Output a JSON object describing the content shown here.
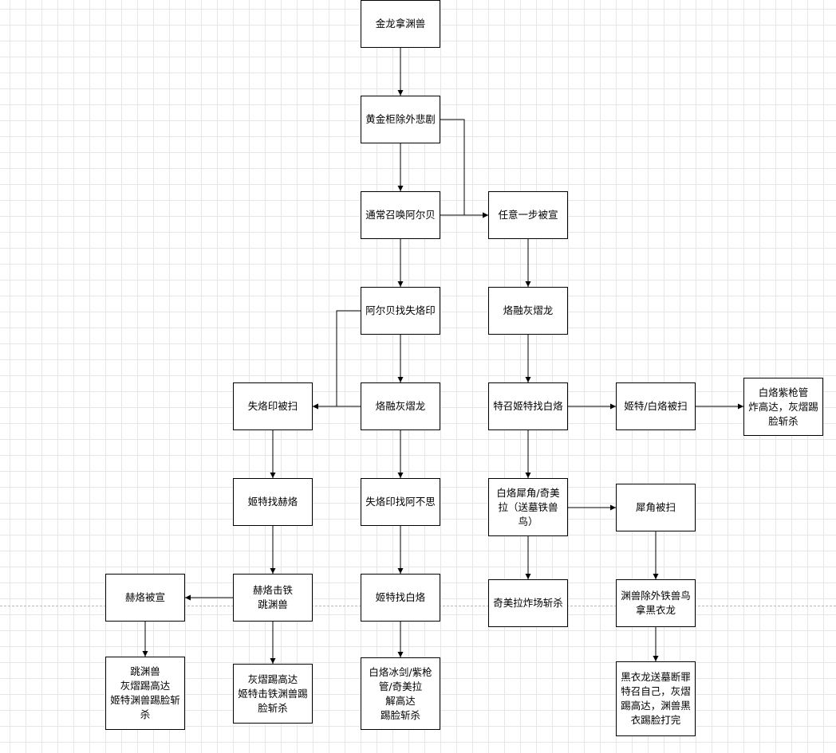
{
  "colors": {
    "grid": "#e6e6e6",
    "line": "#000000",
    "node_fill": "#ffffff",
    "page_break": "#b8b8b8"
  },
  "nodes": {
    "n1": "金龙拿渊兽",
    "n2": "黄金柜除外悲剧",
    "n3": "通常召唤阿尔贝",
    "n4": "任意一步被宣",
    "n5": "阿尔贝找失烙印",
    "n6": "烙融灰熠龙",
    "n7": "失烙印被扫",
    "n8": "烙融灰熠龙",
    "n9": "特召姬特找白烙",
    "n10": "姬特/白烙被扫",
    "n11": "白烙紫枪管\n炸高达，灰熠踢\n脸斩杀",
    "n12": "姬特找赫烙",
    "n13": "失烙印找阿不思",
    "n14": "白烙犀角/奇美\n拉（送墓铁兽\n鸟）",
    "n15": "犀角被扫",
    "n16": "赫烙被宣",
    "n17": "赫烙击铁\n跳渊兽",
    "n18": "姬特找白烙",
    "n19": "奇美拉炸场斩杀",
    "n20": "渊兽除外铁兽鸟\n拿黑衣龙",
    "n21": "跳渊兽\n灰熠踢高达\n姬特渊兽踢脸斩\n杀",
    "n22": "灰熠踢高达\n姬特击铁渊兽踢\n脸斩杀",
    "n23": "白烙冰剑/紫枪\n管/奇美拉\n解高达\n踢脸斩杀",
    "n24": "黑衣龙送墓断罪\n特召自己，灰熠\n踢高达，渊兽黑\n衣踢脸打完"
  },
  "edges": [
    [
      "n1",
      "n2"
    ],
    [
      "n2",
      "n3"
    ],
    [
      "n2",
      "n4"
    ],
    [
      "n3",
      "n4"
    ],
    [
      "n3",
      "n5"
    ],
    [
      "n5",
      "n6"
    ],
    [
      "n5",
      "n7"
    ],
    [
      "n6",
      "n7"
    ],
    [
      "n6",
      "n13"
    ],
    [
      "n13",
      "n18"
    ],
    [
      "n18",
      "n23"
    ],
    [
      "n7",
      "n12"
    ],
    [
      "n12",
      "n17"
    ],
    [
      "n17",
      "n16"
    ],
    [
      "n17",
      "n22"
    ],
    [
      "n16",
      "n21"
    ],
    [
      "n4",
      "n8"
    ],
    [
      "n8",
      "n9"
    ],
    [
      "n9",
      "n10"
    ],
    [
      "n10",
      "n11"
    ],
    [
      "n9",
      "n14"
    ],
    [
      "n14",
      "n15"
    ],
    [
      "n14",
      "n19"
    ],
    [
      "n15",
      "n20"
    ],
    [
      "n20",
      "n24"
    ]
  ]
}
